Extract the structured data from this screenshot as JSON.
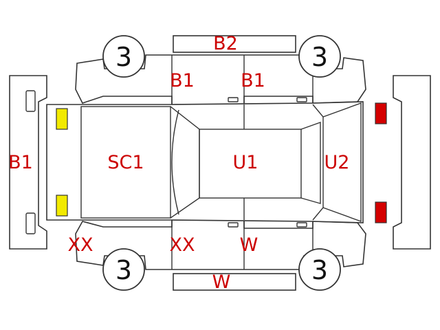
{
  "diagram": {
    "labels": {
      "bumper_rear": "B2",
      "door_left_rear": "B1",
      "door_right_rear": "B1",
      "front_bumper": "B1",
      "hood": "SC1",
      "roof": "U1",
      "trunk": "U2",
      "front_left_corner": "XX",
      "front_left_door": "XX",
      "rear_left_door": "W",
      "side_sill": "W"
    },
    "tires": {
      "top_left": "3",
      "top_right": "3",
      "bottom_left": "3",
      "bottom_right": "3"
    },
    "colors": {
      "label": "#cc0000",
      "headlight": "#f2ea00",
      "taillight": "#d40000",
      "outline": "#333333"
    }
  }
}
